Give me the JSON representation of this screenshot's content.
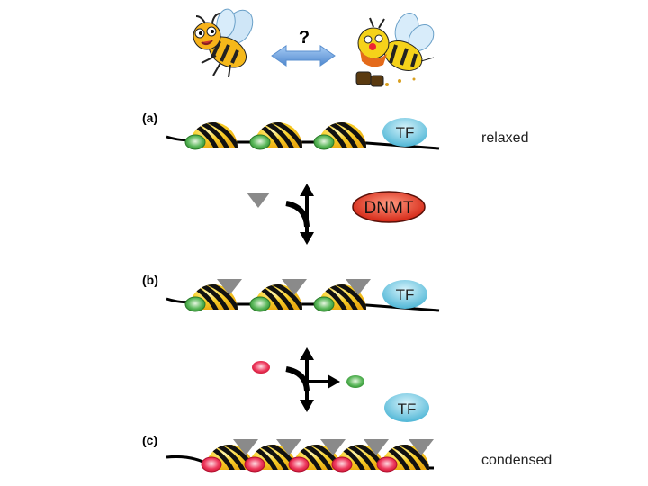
{
  "header": {
    "question_mark": "?"
  },
  "rows": [
    {
      "id": "a",
      "label": "(a)",
      "state": "relaxed",
      "tf": "TF",
      "nucleosomes": 3,
      "methylated": false,
      "marks": "green"
    },
    {
      "id": "b",
      "label": "(b)",
      "state": "",
      "tf": "TF",
      "nucleosomes": 3,
      "methylated": true,
      "marks": "green"
    },
    {
      "id": "c",
      "label": "(c)",
      "state": "condensed",
      "nucleosomes": 5,
      "methylated": true,
      "marks": "red"
    }
  ],
  "transition1": {
    "enzyme": "DNMT"
  },
  "transition2": {
    "released_factor": "TF"
  },
  "colors": {
    "nucleosome": "#f5c21a",
    "stripe": "#111111",
    "green_mark": "#3a9a3a",
    "red_mark": "#e0204a",
    "tf": "#6cc6de",
    "dnmt": "#d92a1a",
    "methyl": "#8a8a8a",
    "arrow_blue": "#6ea6e0"
  }
}
